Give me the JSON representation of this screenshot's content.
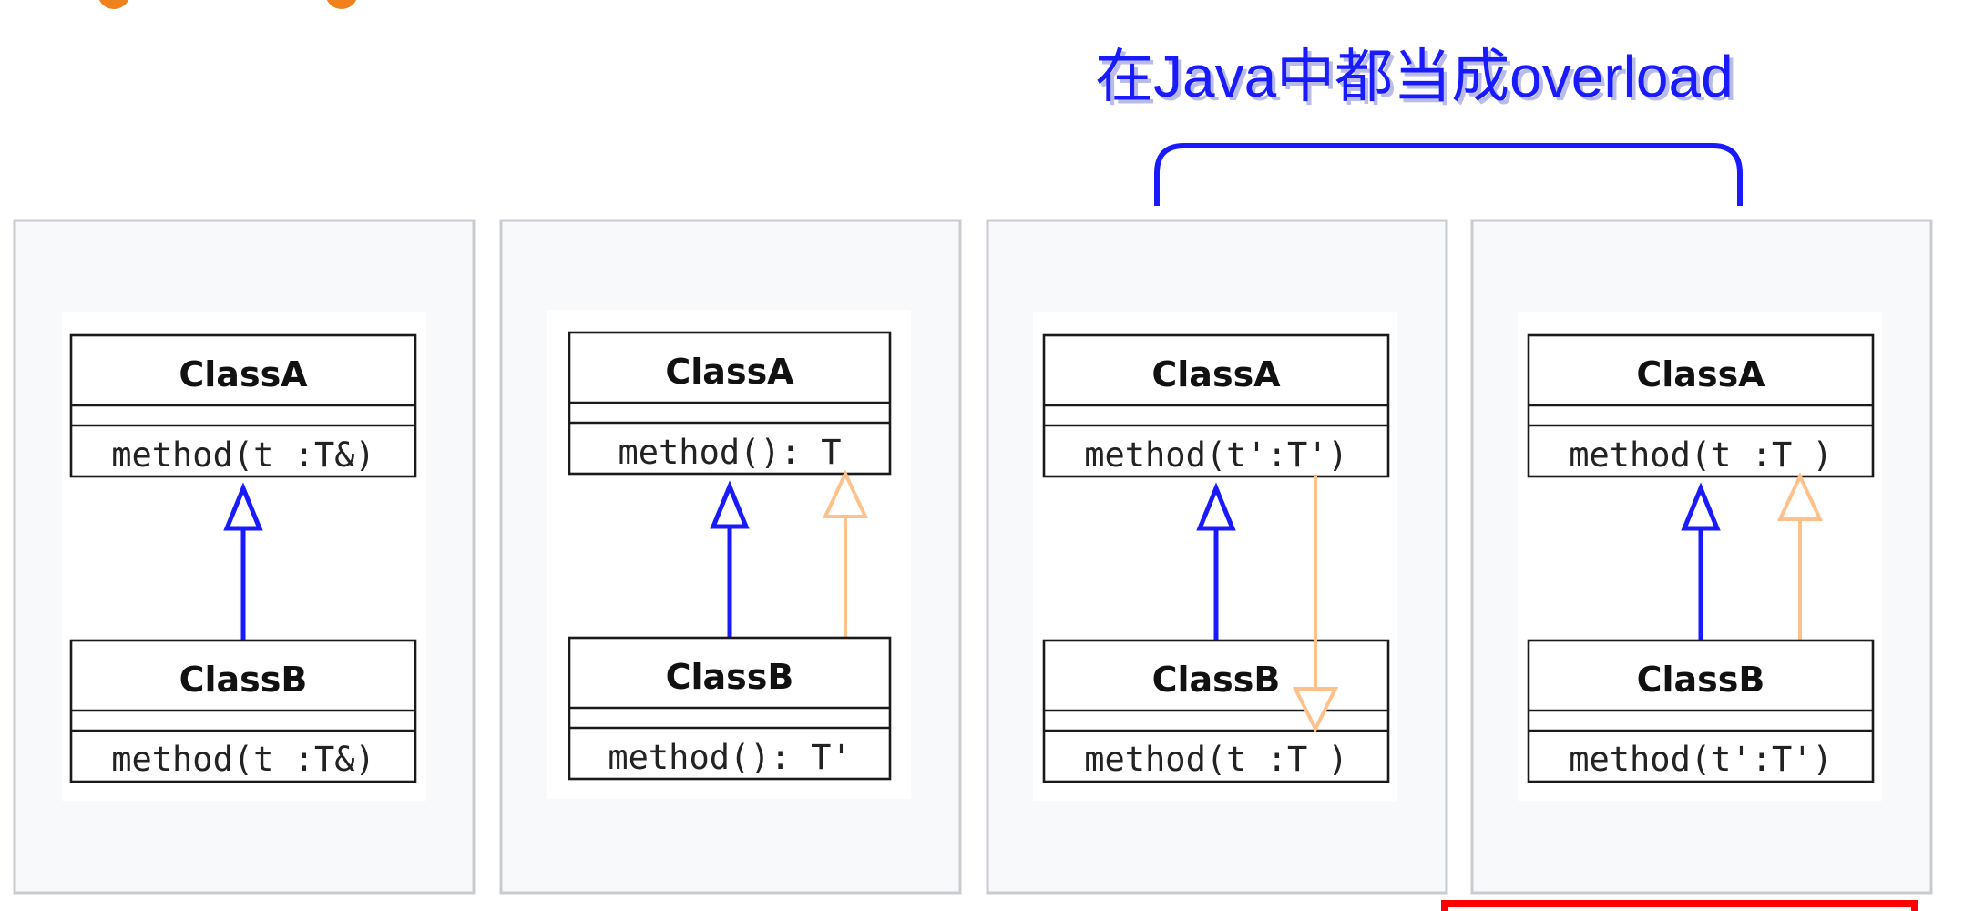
{
  "heading": "在Java中都当成overload",
  "colors": {
    "heading": "#1a1aff",
    "bracket": "#1a1aff",
    "inheritance_arrow": "#1a1aff",
    "override_arrow": "#ffc18c",
    "highlight_box": "#ff0000",
    "orange_dots": "#f0821e",
    "panel_background": "#f8f9fa",
    "panel_border": "#c8ccd1"
  },
  "panels": [
    {
      "id": "panel-1",
      "class_a": {
        "name": "ClassA",
        "method": "method(t :T&)"
      },
      "class_b": {
        "name": "ClassB",
        "method": "method(t :T&)"
      },
      "inheritance_arrow": "blue-hollow-triangle-up",
      "override_arrow": "none"
    },
    {
      "id": "panel-2",
      "class_a": {
        "name": "ClassA",
        "method": "method(): T"
      },
      "class_b": {
        "name": "ClassB",
        "method": "method(): T'"
      },
      "inheritance_arrow": "blue-hollow-triangle-up",
      "override_arrow": "orange-hollow-triangle-up"
    },
    {
      "id": "panel-3",
      "class_a": {
        "name": "ClassA",
        "method": "method(t':T')"
      },
      "class_b": {
        "name": "ClassB",
        "method": "method(t :T )"
      },
      "inheritance_arrow": "blue-hollow-triangle-up",
      "override_arrow": "orange-hollow-triangle-down"
    },
    {
      "id": "panel-4",
      "class_a": {
        "name": "ClassA",
        "method": "method(t :T )"
      },
      "class_b": {
        "name": "ClassB",
        "method": "method(t':T')"
      },
      "inheritance_arrow": "blue-hollow-triangle-up",
      "override_arrow": "orange-hollow-triangle-up"
    }
  ]
}
